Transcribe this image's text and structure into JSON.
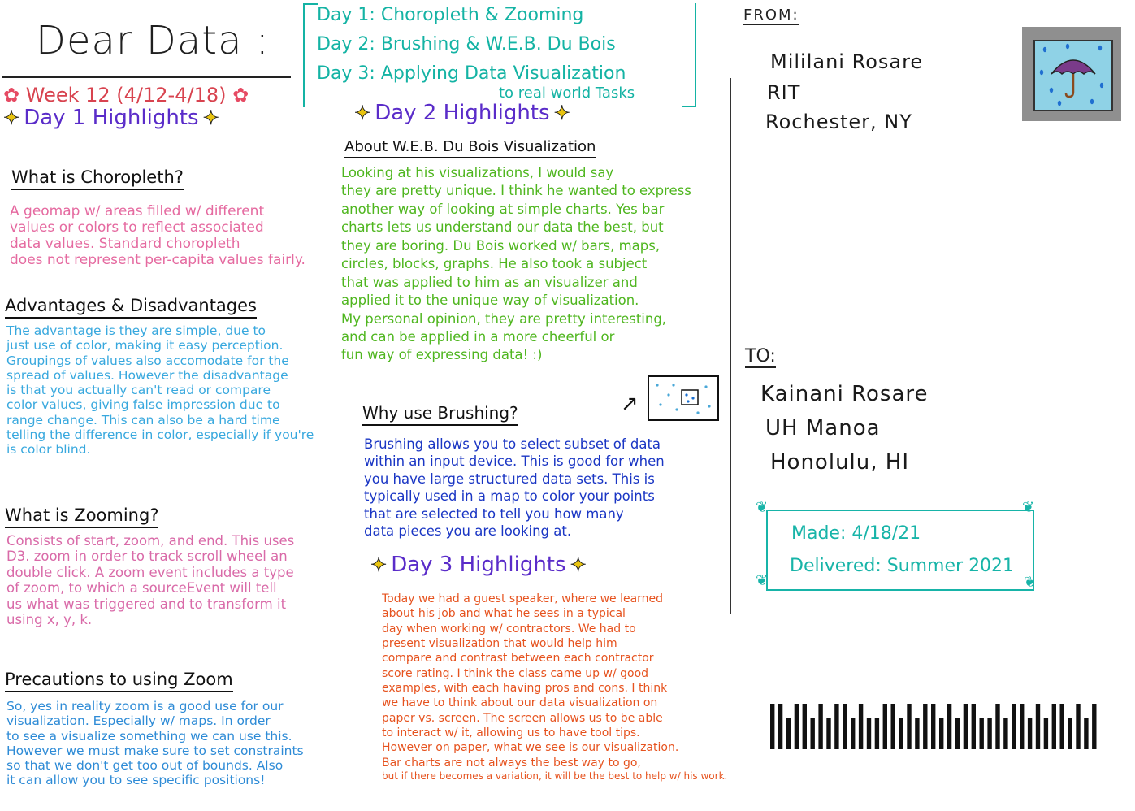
{
  "header": {
    "title": "Dear Data :",
    "week": "Week 12 (4/12-4/18)",
    "flower_glyph": "✿"
  },
  "plan": [
    "Day 1: Choropleth & Zooming",
    "Day 2: Brushing & W.E.B. Du Bois",
    "Day 3: Applying Data Visualization",
    "to real world Tasks"
  ],
  "day1": {
    "heading": "Day 1 Highlights",
    "q1": "What is Choropleth?",
    "a1": [
      "A geomap w/ areas filled w/ different",
      "values or colors to reflect associated",
      "data values. Standard choropleth",
      "does not represent per-capita values fairly."
    ],
    "q2": "Advantages & Disadvantages",
    "a2": [
      "The advantage is they are simple, due to",
      "just use of color, making it easy perception.",
      "Groupings of values also accomodate for the",
      "spread of values. However the disadvantage",
      "is that you actually can't read or compare",
      "color values, giving false impression due to",
      "range change. This can also be a hard time",
      "telling the difference in color, especially if you're",
      "is color blind."
    ],
    "q3": "What is Zooming?",
    "a3": [
      "Consists of start, zoom, and end. This uses",
      "D3. zoom in order to track scroll wheel an",
      "double click. A zoom event includes a type",
      "of zoom, to which a sourceEvent will tell",
      "us what was triggered and to transform it",
      "using x, y, k."
    ],
    "q4": "Precautions to using Zoom",
    "a4": [
      "So, yes in reality zoom is a good use for our",
      "visualization. Especially w/ maps. In order",
      "to see a visualize something we can use this.",
      "However we must make sure to set constraints",
      "so that we don't get too out of bounds. Also",
      "it can allow you to see specific positions!"
    ]
  },
  "day2": {
    "heading": "Day 2 Highlights",
    "q1": "About W.E.B. Du Bois Visualization",
    "a1": [
      "Looking at his visualizations, I would say",
      "they are pretty unique. I think he wanted to express",
      "another way of looking at simple charts. Yes bar",
      "charts lets us understand our data the best, but",
      "they are boring. Du Bois worked w/ bars, maps,",
      "circles, blocks, graphs. He also took a subject",
      "that was applied to him as an visualizer and",
      "applied it to the unique way of visualization.",
      "My personal opinion, they are pretty interesting,",
      "and can be applied in a more cheerful or",
      "fun way of expressing data! :)"
    ],
    "q2": "Why use Brushing?",
    "a2": [
      "Brushing allows you to select subset of data",
      "within an input device. This is good for when",
      "you have large structured data sets. This is",
      "typically used in a map to color your points",
      "that are selected to tell you how many",
      "data pieces you are looking at."
    ]
  },
  "day3": {
    "heading": "Day 3 Highlights",
    "a1": [
      "Today we had a guest speaker, where we learned",
      "about his job and what he sees in a typical",
      "day when working w/ contractors. We had to",
      "present visualization that would help him",
      "compare and contrast between each contractor",
      "score rating. I think the class came up w/ good",
      "examples, with each having pros and cons. I think",
      "we have to think about our data visualization on",
      "paper vs. screen. The screen allows us to be able",
      "to interact w/ it, allowing us to have tool tips.",
      "However on paper, what we see is our visualization.",
      "Bar charts are not always the best way to go,",
      "but if there becomes a variation, it will be the best to help w/ his work."
    ]
  },
  "address": {
    "from_label": "FROM:",
    "from_lines": [
      "Mililani Rosare",
      "RIT",
      "Rochester, NY"
    ],
    "to_label": "TO:",
    "to_lines": [
      "Kainani Rosare",
      "UH Manoa",
      "Honolulu, HI"
    ],
    "made": "Made: 4/18/21",
    "delivered": "Delivered: Summer 2021"
  },
  "colors": {
    "teal": "#14b3a4",
    "purple": "#5a2cc9",
    "green": "#4fb61f",
    "navy": "#1a36c4",
    "orange": "#e6531f",
    "pink": "#e56aa0",
    "blue": "#38a8de",
    "red": "#d8434f"
  },
  "icons": [
    "flower-icon",
    "star-icon",
    "umbrella-stamp-icon",
    "arrow-icon",
    "barcode-icon"
  ]
}
